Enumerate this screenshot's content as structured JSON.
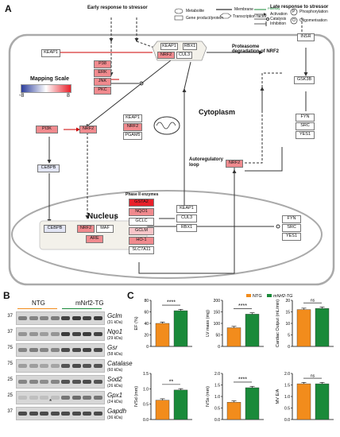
{
  "panels": {
    "a": "A",
    "b": "B",
    "c": "C"
  },
  "diagram": {
    "early_response": "Early response to stressor",
    "late_response": "Late response to stressor",
    "legend": {
      "metabolite": "Metabolite",
      "gene_product": "Gene product/protein",
      "membrane": "Membrane",
      "transcription_factor": "Transcription factor",
      "pathway": "Pathway",
      "activation": "Activation",
      "catalysis": "Catalysis",
      "inhibition": "Inhibition",
      "phosphorylation": "Phosphorylation",
      "oligomerisation": "Oligomerisation",
      "p_symbol": "P",
      "o_symbol": "O"
    },
    "mapping_scale": {
      "title": "Mapping Scale",
      "min": "-8",
      "max": "8",
      "min_color": "#2c3e9c",
      "max_color": "#e8202a"
    },
    "proteasome": "Proteasome degradation of NRF2",
    "cytoplasm": "Cytoplasm",
    "nucleus": "Nucleus",
    "autoregulatory": "Autoregulatory loop",
    "phase2_title": "Phase II enzymes",
    "complex_top": {
      "keap1": "KEAP1",
      "rbx1": "RBX1",
      "nrf2": "NRF2",
      "cul3": "CUL3"
    },
    "keap1_left": "KEAP1",
    "kinases": [
      "P38",
      "ERK",
      "JNK",
      "PKC"
    ],
    "pi3k": "PI3K",
    "cebpb": "CEBPB",
    "nrf2_mid": "NRF2",
    "cyto_complex": [
      "KEAP1",
      "NRF2",
      "PGAM5"
    ],
    "insr": "INSR",
    "gsk3b": "GSK3B",
    "fyn_group_top": [
      "FYN",
      "SRC",
      "YES1"
    ],
    "nrf2_right": "NRF2",
    "nuc_cebpb": "CEBPB",
    "nuc_nrf2": "NRF2",
    "maf": "MAF",
    "are": "ARE",
    "phase2": [
      "GSTA2",
      "NQO1",
      "GCLC",
      "GCLM",
      "HO-1",
      "SLC7A11"
    ],
    "phase2_colors": [
      "#e8202a",
      "#f08a8e",
      "#ffffff",
      "#f7c5c8",
      "#f08a8e",
      "#ffffff"
    ],
    "nuc_keap_group": [
      "KEAP1",
      "CUL3",
      "RBX1"
    ],
    "fyn_group_nuc": [
      "FYN",
      "SRC",
      "YES1"
    ]
  },
  "western": {
    "groups": {
      "ntg": "NTG",
      "tg": "mNrf2-TG"
    },
    "rows": [
      {
        "protein": "Gclm",
        "kda": "(31 kDa)",
        "mw": "37"
      },
      {
        "protein": "Nqo1",
        "kda": "(29 kDa)",
        "mw": "37"
      },
      {
        "protein": "Gsr",
        "kda": "(58 kDa)",
        "mw": "75"
      },
      {
        "protein": "Catalase",
        "kda": "(60 kDa)",
        "mw": "75"
      },
      {
        "protein": "Sod2",
        "kda": "(26 kDa)",
        "mw": "25"
      },
      {
        "protein": "Gpx1",
        "kda": "(24 kDa)",
        "mw": "25"
      },
      {
        "protein": "Gapdh",
        "kda": "(36 kDa)",
        "mw": "37"
      }
    ],
    "asterisk": "*"
  },
  "chart_data": [
    {
      "type": "bar",
      "categories": [
        "NTG",
        "mNrf2-TG"
      ],
      "values": [
        40,
        62
      ],
      "ylabel": "EF (%)",
      "ylim": [
        0,
        80
      ],
      "yticks": [
        "0",
        "20",
        "40",
        "60",
        "80"
      ],
      "sig": "****"
    },
    {
      "type": "bar",
      "categories": [
        "NTG",
        "mNrf2-TG"
      ],
      "values": [
        81,
        140
      ],
      "ylabel": "LV mass (mg)",
      "ylim": [
        0,
        200
      ],
      "yticks": [
        "0",
        "50",
        "100",
        "150",
        "200"
      ],
      "sig": "****"
    },
    {
      "type": "bar",
      "categories": [
        "NTG",
        "mNrf2-TG"
      ],
      "values": [
        16,
        16.5
      ],
      "ylabel": "Cardiac Output (mL/min)",
      "ylim": [
        0,
        20
      ],
      "yticks": [
        "0",
        "5",
        "10",
        "15",
        "20"
      ],
      "sig": "ns",
      "legend": [
        "NTG",
        "mNrf2-TG"
      ]
    },
    {
      "type": "bar",
      "categories": [
        "NTG",
        "mNrf2-TG"
      ],
      "values": [
        0.63,
        0.96
      ],
      "ylabel": "IVSd (mm)",
      "ylim": [
        0,
        1.5
      ],
      "yticks": [
        "0.0",
        "0.5",
        "1.0",
        "1.5"
      ],
      "sig": "**"
    },
    {
      "type": "bar",
      "categories": [
        "NTG",
        "mNrf2-TG"
      ],
      "values": [
        0.75,
        1.38
      ],
      "ylabel": "IVSs (mm)",
      "ylim": [
        0,
        2
      ],
      "yticks": [
        "0.0",
        "0.5",
        "1.0",
        "1.5",
        "2.0"
      ],
      "sig": "****"
    },
    {
      "type": "bar",
      "categories": [
        "NTG",
        "mNrf2-TG"
      ],
      "values": [
        1.55,
        1.55
      ],
      "ylabel": "MV E/A",
      "ylim": [
        0,
        2
      ],
      "yticks": [
        "0.0",
        "0.5",
        "1.0",
        "1.5",
        "2.0"
      ],
      "sig": "ns"
    }
  ],
  "colors": {
    "ntg": "#f28c1c",
    "tg": "#1a8a3a",
    "red": "#e8202a",
    "pink": "#f08a8e",
    "lightpink": "#f7c5c8",
    "blue": "#e3e6f5"
  }
}
